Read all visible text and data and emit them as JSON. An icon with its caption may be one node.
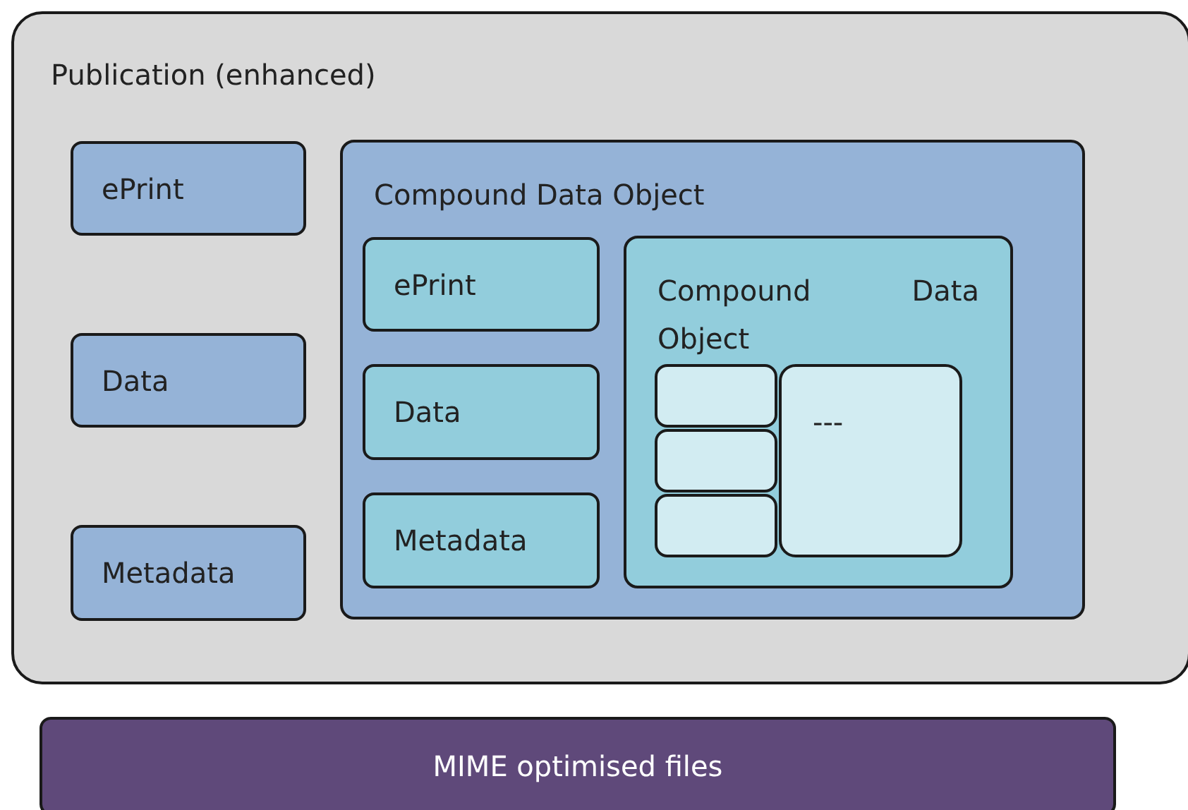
{
  "diagram": {
    "nodes": [
      {
        "text": [
          "Publication (enhanced)"
        ]
      },
      {
        "text": [
          "ePrint"
        ],
        "in": 0
      },
      {
        "text": [
          "Data"
        ],
        "in": 0
      },
      {
        "text": [
          "Metadata"
        ],
        "in": 0
      },
      {
        "text": [
          "Compound Data Object"
        ],
        "in": 0
      },
      {
        "text": [
          "ePrint"
        ],
        "in": 4
      },
      {
        "text": [
          "Data"
        ],
        "in": 4
      },
      {
        "text": [
          "Metadata"
        ],
        "in": 4
      },
      {
        "text": [
          "Compound Data Object"
        ],
        "in": 4
      },
      {
        "text": [],
        "shape": "box",
        "in": 8
      },
      {
        "text": [],
        "shape": "box",
        "in": 8
      },
      {
        "text": [],
        "shape": "box",
        "in": 8
      },
      {
        "text": [
          "---"
        ],
        "in": 8
      },
      {
        "text": [
          "MIME optimised files"
        ]
      }
    ],
    "edges": []
  }
}
